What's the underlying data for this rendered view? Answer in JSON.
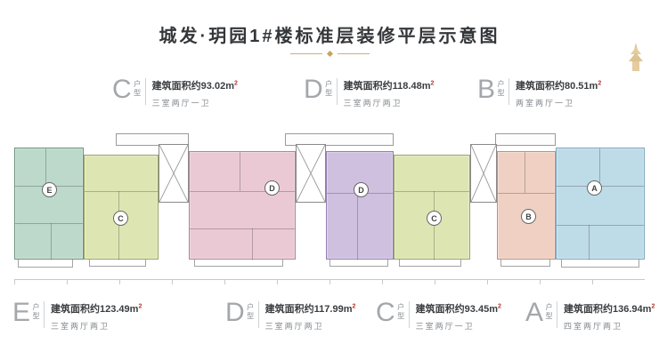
{
  "title": "城发·玥园1#楼标准层装修平层示意图",
  "labels_top": [
    {
      "letter": "C",
      "type_suffix": "户型",
      "area_prefix": "建筑面积约",
      "area_value": "93.02",
      "area_unit": "m",
      "area_sup": "2",
      "rooms": "三室两厅一卫"
    },
    {
      "letter": "D",
      "type_suffix": "户型",
      "area_prefix": "建筑面积约",
      "area_value": "118.48",
      "area_unit": "m",
      "area_sup": "2",
      "rooms": "三室两厅两卫"
    },
    {
      "letter": "B",
      "type_suffix": "户型",
      "area_prefix": "建筑面积约",
      "area_value": "80.51",
      "area_unit": "m",
      "area_sup": "2",
      "rooms": "两室两厅一卫"
    }
  ],
  "labels_bottom": [
    {
      "letter": "E",
      "type_suffix": "户型",
      "area_prefix": "建筑面积约",
      "area_value": "123.49",
      "area_unit": "m",
      "area_sup": "2",
      "rooms": "三室两厅两卫"
    },
    {
      "letter": "D",
      "type_suffix": "户型",
      "area_prefix": "建筑面积约",
      "area_value": "117.99",
      "area_unit": "m",
      "area_sup": "2",
      "rooms": "三室两厅两卫"
    },
    {
      "letter": "C",
      "type_suffix": "户型",
      "area_prefix": "建筑面积约",
      "area_value": "93.45",
      "area_unit": "m",
      "area_sup": "2",
      "rooms": "三室两厅一卫"
    },
    {
      "letter": "A",
      "type_suffix": "户型",
      "area_prefix": "建筑面积约",
      "area_value": "136.94",
      "area_unit": "m",
      "area_sup": "2",
      "rooms": "四室两厅两卫"
    }
  ],
  "plan": {
    "circle_letters": [
      "E",
      "C",
      "D",
      "D",
      "C",
      "B",
      "A"
    ]
  },
  "palette": {
    "unit_e_green": "#bcd9cb",
    "unit_c_yellowgreen": "#dde6b2",
    "unit_d_pink": "#eac9d4",
    "unit_d_purple": "#cfc0e0",
    "unit_b_salmon": "#f0d0c2",
    "unit_a_blue": "#bedbe8",
    "accent_gold": "#c8a15f",
    "accent_red": "#b5342c",
    "title_color": "#34373a"
  }
}
